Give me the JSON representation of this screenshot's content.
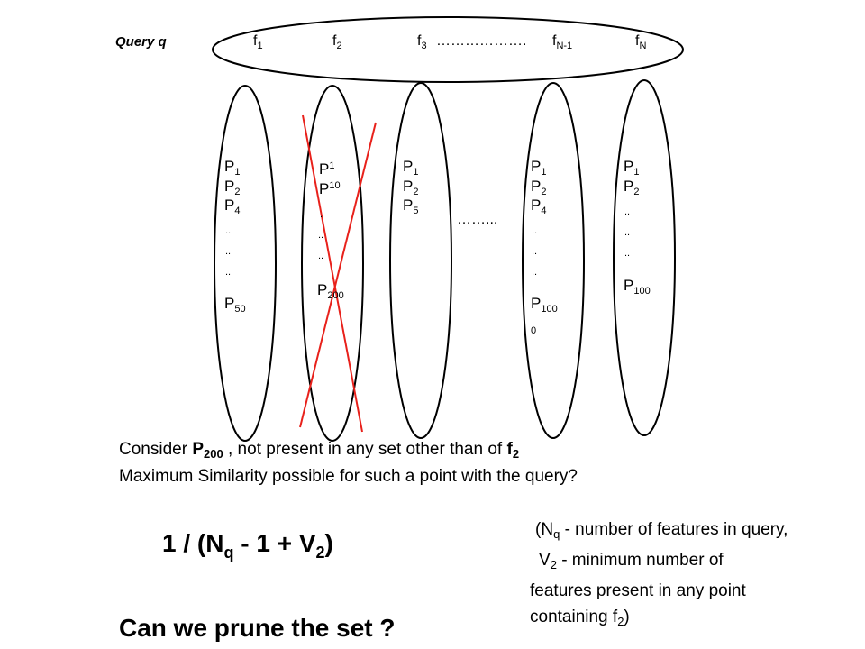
{
  "query": {
    "label": "Query q",
    "features": [
      {
        "base": "f",
        "sub": "1"
      },
      {
        "base": "f",
        "sub": "2"
      },
      {
        "base": "f",
        "sub": "3"
      },
      {
        "base": "f",
        "sub": "N-1"
      },
      {
        "base": "f",
        "sub": "N"
      }
    ],
    "ellipsis": "………………."
  },
  "sets": {
    "s1": {
      "items": [
        {
          "base": "P",
          "sub": "1"
        },
        {
          "base": "P",
          "sub": "2"
        },
        {
          "base": "P",
          "sub": "4"
        }
      ],
      "dots": [
        "..",
        "..",
        ".."
      ],
      "last": {
        "base": "P",
        "sub": "50"
      }
    },
    "s2": {
      "items": [
        {
          "base": "P",
          "sub": "1"
        },
        {
          "base": "P",
          "sub": "10"
        }
      ],
      "dots": [
        ".",
        "..",
        ".."
      ],
      "last": {
        "base": "P",
        "sub": "200"
      },
      "crossed": true,
      "cross_color": "#e8211b"
    },
    "s3": {
      "items": [
        {
          "base": "P",
          "sub": "1"
        },
        {
          "base": "P",
          "sub": "2"
        },
        {
          "base": "P",
          "sub": "5"
        }
      ]
    },
    "gap": "……...",
    "s4": {
      "items": [
        {
          "base": "P",
          "sub": "1"
        },
        {
          "base": "P",
          "sub": "2"
        },
        {
          "base": "P",
          "sub": "4"
        }
      ],
      "dots": [
        "..",
        "..",
        ".."
      ],
      "last": {
        "base": "P",
        "sub": "100"
      },
      "last_wrap": "0"
    },
    "s5": {
      "items": [
        {
          "base": "P",
          "sub": "1"
        },
        {
          "base": "P",
          "sub": "2"
        }
      ],
      "dots": [
        "..",
        "..",
        ".."
      ],
      "last": {
        "base": "P",
        "sub": "100"
      }
    }
  },
  "text": {
    "line1_a": "Consider ",
    "line1_p": "P",
    "line1_p_sub": "200",
    "line1_b": " , not present in any set other than of ",
    "line1_f": "f",
    "line1_f_sub": "2",
    "line2": "Maximum Similarity possible for such a point with the query?",
    "formula": {
      "a": "1 / (N",
      "a_sub": "q",
      "b": " - 1 + V",
      "b_sub": "2",
      "c": ")"
    },
    "note": {
      "l1_a": "(N",
      "l1_sub": "q",
      "l1_b": " - number of features in query,",
      "l2_a": "V",
      "l2_sub": "2",
      "l2_b": " - minimum number of",
      "l3": "features present in any point",
      "l4_a": "containing f",
      "l4_sub": "2",
      "l4_b": ")"
    },
    "question": "Can we prune the set ?"
  }
}
